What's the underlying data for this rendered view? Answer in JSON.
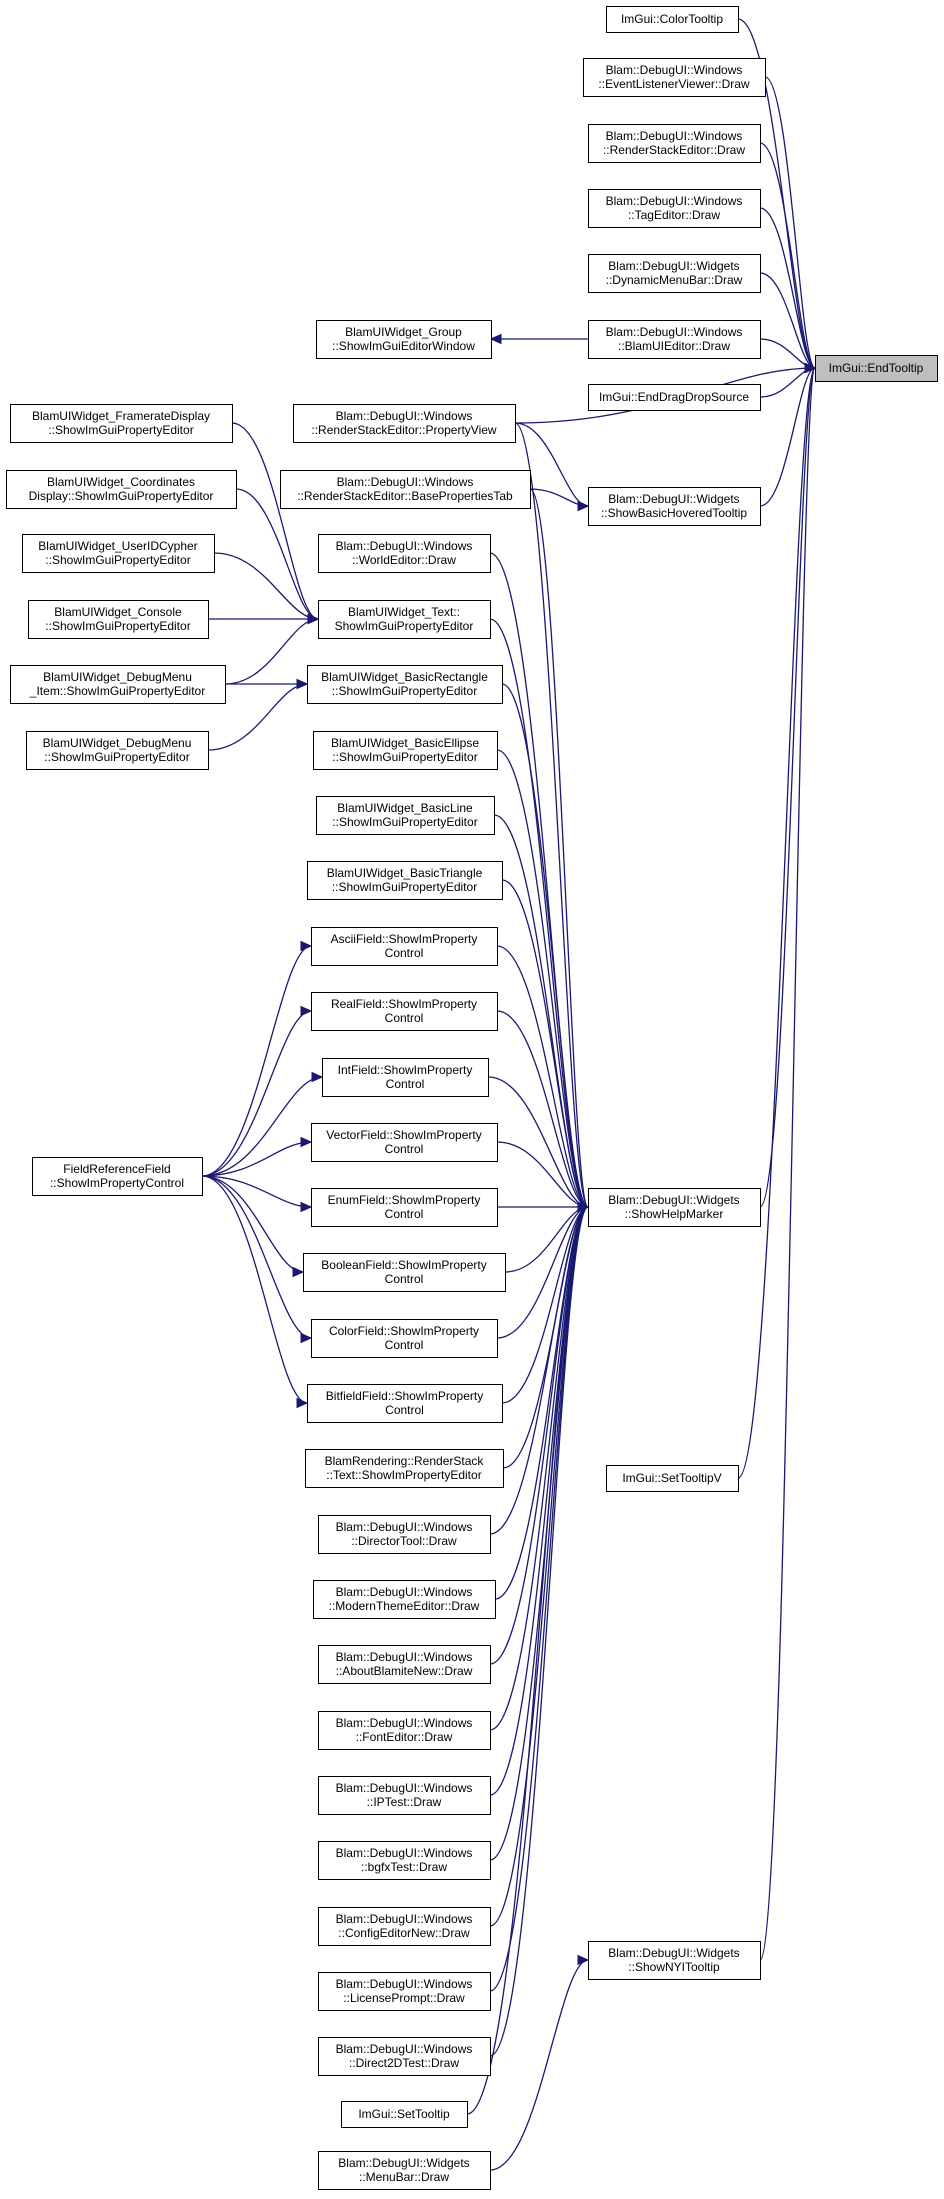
{
  "graph": {
    "target": "end_tooltip",
    "nodes": [
      {
        "id": "end_tooltip",
        "lines": [
          "ImGui::EndTooltip"
        ]
      },
      {
        "id": "color_tooltip",
        "lines": [
          "ImGui::ColorTooltip"
        ]
      },
      {
        "id": "event_listener_viewer",
        "lines": [
          "Blam::DebugUI::Windows",
          "::EventListenerViewer::Draw"
        ]
      },
      {
        "id": "render_stack_editor_draw",
        "lines": [
          "Blam::DebugUI::Windows",
          "::RenderStackEditor::Draw"
        ]
      },
      {
        "id": "tag_editor_draw",
        "lines": [
          "Blam::DebugUI::Windows",
          "::TagEditor::Draw"
        ]
      },
      {
        "id": "dynamic_menu_bar",
        "lines": [
          "Blam::DebugUI::Widgets",
          "::DynamicMenuBar::Draw"
        ]
      },
      {
        "id": "blam_ui_editor",
        "lines": [
          "Blam::DebugUI::Windows",
          "::BlamUIEditor::Draw"
        ]
      },
      {
        "id": "widget_group",
        "lines": [
          "BlamUIWidget_Group",
          "::ShowImGuiEditorWindow"
        ]
      },
      {
        "id": "end_drag_drop",
        "lines": [
          "ImGui::EndDragDropSource"
        ]
      },
      {
        "id": "rse_property_view",
        "lines": [
          "Blam::DebugUI::Windows",
          "::RenderStackEditor::PropertyView"
        ]
      },
      {
        "id": "rse_base_props",
        "lines": [
          "Blam::DebugUI::Windows",
          "::RenderStackEditor::BasePropertiesTab"
        ]
      },
      {
        "id": "show_basic_hovered",
        "lines": [
          "Blam::DebugUI::Widgets",
          "::ShowBasicHoveredTooltip"
        ]
      },
      {
        "id": "framerate_display",
        "lines": [
          "BlamUIWidget_FramerateDisplay",
          "::ShowImGuiPropertyEditor"
        ]
      },
      {
        "id": "coordinates_display",
        "lines": [
          "BlamUIWidget_Coordinates",
          "Display::ShowImGuiPropertyEditor"
        ]
      },
      {
        "id": "world_editor",
        "lines": [
          "Blam::DebugUI::Windows",
          "::WorldEditor::Draw"
        ]
      },
      {
        "id": "user_id_cypher",
        "lines": [
          "BlamUIWidget_UserIDCypher",
          "::ShowImGuiPropertyEditor"
        ]
      },
      {
        "id": "widget_text",
        "lines": [
          "BlamUIWidget_Text::",
          "ShowImGuiPropertyEditor"
        ]
      },
      {
        "id": "widget_console",
        "lines": [
          "BlamUIWidget_Console",
          "::ShowImGuiPropertyEditor"
        ]
      },
      {
        "id": "debug_menu_item",
        "lines": [
          "BlamUIWidget_DebugMenu",
          "_Item::ShowImGuiPropertyEditor"
        ]
      },
      {
        "id": "basic_rectangle",
        "lines": [
          "BlamUIWidget_BasicRectangle",
          "::ShowImGuiPropertyEditor"
        ]
      },
      {
        "id": "debug_menu",
        "lines": [
          "BlamUIWidget_DebugMenu",
          "::ShowImGuiPropertyEditor"
        ]
      },
      {
        "id": "basic_ellipse",
        "lines": [
          "BlamUIWidget_BasicEllipse",
          "::ShowImGuiPropertyEditor"
        ]
      },
      {
        "id": "basic_line",
        "lines": [
          "BlamUIWidget_BasicLine",
          "::ShowImGuiPropertyEditor"
        ]
      },
      {
        "id": "basic_triangle",
        "lines": [
          "BlamUIWidget_BasicTriangle",
          "::ShowImGuiPropertyEditor"
        ]
      },
      {
        "id": "ascii_field",
        "lines": [
          "AsciiField::ShowImProperty",
          "Control"
        ]
      },
      {
        "id": "real_field",
        "lines": [
          "RealField::ShowImProperty",
          "Control"
        ]
      },
      {
        "id": "int_field",
        "lines": [
          "IntField::ShowImProperty",
          "Control"
        ]
      },
      {
        "id": "vector_field",
        "lines": [
          "VectorField::ShowImProperty",
          "Control"
        ]
      },
      {
        "id": "field_reference",
        "lines": [
          "FieldReferenceField",
          "::ShowImPropertyControl"
        ]
      },
      {
        "id": "enum_field",
        "lines": [
          "EnumField::ShowImProperty",
          "Control"
        ]
      },
      {
        "id": "show_help_marker",
        "lines": [
          "Blam::DebugUI::Widgets",
          "::ShowHelpMarker"
        ]
      },
      {
        "id": "boolean_field",
        "lines": [
          "BooleanField::ShowImProperty",
          "Control"
        ]
      },
      {
        "id": "color_field",
        "lines": [
          "ColorField::ShowImProperty",
          "Control"
        ]
      },
      {
        "id": "bitfield_field",
        "lines": [
          "BitfieldField::ShowImProperty",
          "Control"
        ]
      },
      {
        "id": "render_stack_text",
        "lines": [
          "BlamRendering::RenderStack",
          "::Text::ShowImPropertyEditor"
        ]
      },
      {
        "id": "set_tooltip_v",
        "lines": [
          "ImGui::SetTooltipV"
        ]
      },
      {
        "id": "director_tool",
        "lines": [
          "Blam::DebugUI::Windows",
          "::DirectorTool::Draw"
        ]
      },
      {
        "id": "modern_theme_editor",
        "lines": [
          "Blam::DebugUI::Windows",
          "::ModernThemeEditor::Draw"
        ]
      },
      {
        "id": "about_blamite_new",
        "lines": [
          "Blam::DebugUI::Windows",
          "::AboutBlamiteNew::Draw"
        ]
      },
      {
        "id": "font_editor",
        "lines": [
          "Blam::DebugUI::Windows",
          "::FontEditor::Draw"
        ]
      },
      {
        "id": "ip_test",
        "lines": [
          "Blam::DebugUI::Windows",
          "::IPTest::Draw"
        ]
      },
      {
        "id": "bgfx_test",
        "lines": [
          "Blam::DebugUI::Windows",
          "::bgfxTest::Draw"
        ]
      },
      {
        "id": "config_editor_new",
        "lines": [
          "Blam::DebugUI::Windows",
          "::ConfigEditorNew::Draw"
        ]
      },
      {
        "id": "show_nyi_tooltip",
        "lines": [
          "Blam::DebugUI::Widgets",
          "::ShowNYITooltip"
        ]
      },
      {
        "id": "license_prompt",
        "lines": [
          "Blam::DebugUI::Windows",
          "::LicensePrompt::Draw"
        ]
      },
      {
        "id": "direct2d_test",
        "lines": [
          "Blam::DebugUI::Windows",
          "::Direct2DTest::Draw"
        ]
      },
      {
        "id": "set_tooltip",
        "lines": [
          "ImGui::SetTooltip"
        ]
      },
      {
        "id": "menu_bar",
        "lines": [
          "Blam::DebugUI::Widgets",
          "::MenuBar::Draw"
        ]
      }
    ],
    "edges": [
      [
        "color_tooltip",
        "end_tooltip"
      ],
      [
        "event_listener_viewer",
        "end_tooltip"
      ],
      [
        "render_stack_editor_draw",
        "end_tooltip"
      ],
      [
        "tag_editor_draw",
        "end_tooltip"
      ],
      [
        "dynamic_menu_bar",
        "end_tooltip"
      ],
      [
        "blam_ui_editor",
        "end_tooltip"
      ],
      [
        "blam_ui_editor",
        "widget_group"
      ],
      [
        "end_drag_drop",
        "end_tooltip"
      ],
      [
        "rse_property_view",
        "end_tooltip"
      ],
      [
        "rse_property_view",
        "show_basic_hovered"
      ],
      [
        "rse_base_props",
        "show_basic_hovered"
      ],
      [
        "show_basic_hovered",
        "end_tooltip"
      ],
      [
        "show_help_marker",
        "end_tooltip"
      ],
      [
        "set_tooltip_v",
        "end_tooltip"
      ],
      [
        "show_nyi_tooltip",
        "end_tooltip"
      ],
      [
        "framerate_display",
        "widget_text"
      ],
      [
        "coordinates_display",
        "widget_text"
      ],
      [
        "user_id_cypher",
        "widget_text"
      ],
      [
        "widget_console",
        "widget_text"
      ],
      [
        "debug_menu_item",
        "widget_text"
      ],
      [
        "debug_menu_item",
        "basic_rectangle"
      ],
      [
        "debug_menu",
        "basic_rectangle"
      ],
      [
        "field_reference",
        "ascii_field"
      ],
      [
        "field_reference",
        "real_field"
      ],
      [
        "field_reference",
        "int_field"
      ],
      [
        "field_reference",
        "vector_field"
      ],
      [
        "field_reference",
        "enum_field"
      ],
      [
        "field_reference",
        "boolean_field"
      ],
      [
        "field_reference",
        "color_field"
      ],
      [
        "field_reference",
        "bitfield_field"
      ],
      [
        "rse_property_view",
        "show_help_marker"
      ],
      [
        "rse_base_props",
        "show_help_marker"
      ],
      [
        "world_editor",
        "show_help_marker"
      ],
      [
        "widget_text",
        "show_help_marker"
      ],
      [
        "basic_rectangle",
        "show_help_marker"
      ],
      [
        "basic_ellipse",
        "show_help_marker"
      ],
      [
        "basic_line",
        "show_help_marker"
      ],
      [
        "basic_triangle",
        "show_help_marker"
      ],
      [
        "ascii_field",
        "show_help_marker"
      ],
      [
        "real_field",
        "show_help_marker"
      ],
      [
        "int_field",
        "show_help_marker"
      ],
      [
        "vector_field",
        "show_help_marker"
      ],
      [
        "enum_field",
        "show_help_marker"
      ],
      [
        "boolean_field",
        "show_help_marker"
      ],
      [
        "color_field",
        "show_help_marker"
      ],
      [
        "bitfield_field",
        "show_help_marker"
      ],
      [
        "render_stack_text",
        "show_help_marker"
      ],
      [
        "director_tool",
        "show_help_marker"
      ],
      [
        "modern_theme_editor",
        "show_help_marker"
      ],
      [
        "about_blamite_new",
        "show_help_marker"
      ],
      [
        "font_editor",
        "show_help_marker"
      ],
      [
        "ip_test",
        "show_help_marker"
      ],
      [
        "bgfx_test",
        "show_help_marker"
      ],
      [
        "config_editor_new",
        "show_help_marker"
      ],
      [
        "license_prompt",
        "show_help_marker"
      ],
      [
        "direct2d_test",
        "show_help_marker"
      ],
      [
        "set_tooltip",
        "show_help_marker"
      ],
      [
        "menu_bar",
        "show_nyi_tooltip"
      ]
    ]
  }
}
